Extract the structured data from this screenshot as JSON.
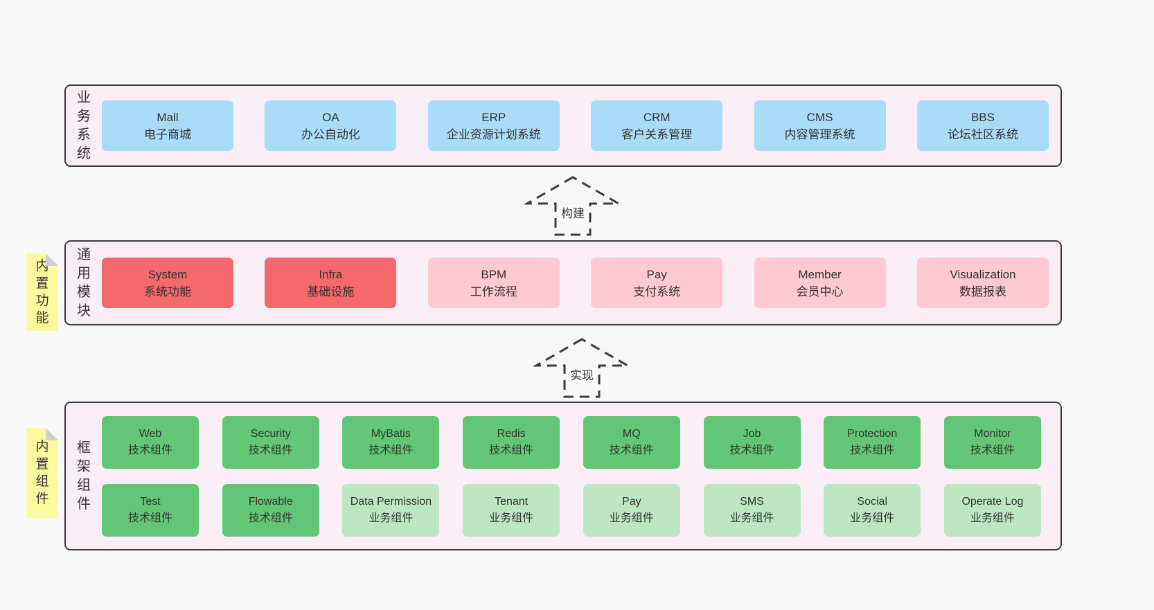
{
  "colors": {
    "page_bg": "#f8f8f8",
    "container_bg": "#f9eef6",
    "container_border": "#3b3b3b",
    "blue": "#a9dcf7",
    "red": "#f5696d",
    "pink": "#ffc9d3",
    "green": "#61c776",
    "lightgreen": "#bfe6c2",
    "sticky_yellow": "#fcfa9e",
    "sticky_fold": "#cfcfcf",
    "arrow": "#3a3a3a",
    "text": "#333333"
  },
  "sections": {
    "business": {
      "label": "业务系统",
      "boxes": [
        {
          "title": "Mall",
          "subtitle": "电子商城",
          "type": "blue"
        },
        {
          "title": "OA",
          "subtitle": "办公自动化",
          "type": "blue"
        },
        {
          "title": "ERP",
          "subtitle": "企业资源计划系统",
          "type": "blue"
        },
        {
          "title": "CRM",
          "subtitle": "客户关系管理",
          "type": "blue"
        },
        {
          "title": "CMS",
          "subtitle": "内容管理系统",
          "type": "blue"
        },
        {
          "title": "BBS",
          "subtitle": "论坛社区系统",
          "type": "blue"
        }
      ]
    },
    "modules": {
      "label": "通用模块",
      "sticky": "内置功能",
      "boxes": [
        {
          "title": "System",
          "subtitle": "系统功能",
          "type": "red"
        },
        {
          "title": "Infra",
          "subtitle": "基础设施",
          "type": "red"
        },
        {
          "title": "BPM",
          "subtitle": "工作流程",
          "type": "pink"
        },
        {
          "title": "Pay",
          "subtitle": "支付系统",
          "type": "pink"
        },
        {
          "title": "Member",
          "subtitle": "会员中心",
          "type": "pink"
        },
        {
          "title": "Visualization",
          "subtitle": "数据报表",
          "type": "pink"
        }
      ]
    },
    "components": {
      "label": "框架组件",
      "sticky": "内置组件",
      "rows": [
        [
          {
            "title": "Web",
            "subtitle": "技术组件",
            "type": "green"
          },
          {
            "title": "Security",
            "subtitle": "技术组件",
            "type": "green"
          },
          {
            "title": "MyBatis",
            "subtitle": "技术组件",
            "type": "green"
          },
          {
            "title": "Redis",
            "subtitle": "技术组件",
            "type": "green"
          },
          {
            "title": "MQ",
            "subtitle": "技术组件",
            "type": "green"
          },
          {
            "title": "Job",
            "subtitle": "技术组件",
            "type": "green"
          },
          {
            "title": "Protection",
            "subtitle": "技术组件",
            "type": "green"
          },
          {
            "title": "Monitor",
            "subtitle": "技术组件",
            "type": "green"
          }
        ],
        [
          {
            "title": "Test",
            "subtitle": "技术组件",
            "type": "green"
          },
          {
            "title": "Flowable",
            "subtitle": "技术组件",
            "type": "green"
          },
          {
            "title": "Data Permission",
            "subtitle": "业务组件",
            "type": "lightgreen"
          },
          {
            "title": "Tenant",
            "subtitle": "业务组件",
            "type": "lightgreen"
          },
          {
            "title": "Pay",
            "subtitle": "业务组件",
            "type": "lightgreen"
          },
          {
            "title": "SMS",
            "subtitle": "业务组件",
            "type": "lightgreen"
          },
          {
            "title": "Social",
            "subtitle": "业务组件",
            "type": "lightgreen"
          },
          {
            "title": "Operate Log",
            "subtitle": "业务组件",
            "type": "lightgreen"
          }
        ]
      ]
    }
  },
  "arrows": [
    {
      "label": "构建"
    },
    {
      "label": "实现"
    }
  ]
}
